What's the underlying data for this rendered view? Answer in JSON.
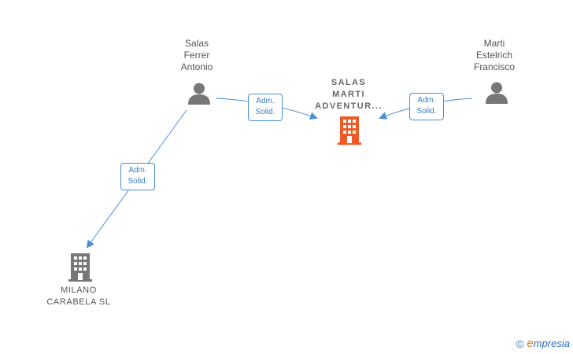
{
  "nodes": {
    "person_salas_ferrer": {
      "label": "Salas\nFerrer\nAntonio"
    },
    "person_marti_estelrich": {
      "label": "Marti\nEstelrich\nFrancisco"
    },
    "company_salas_marti": {
      "label": "SALAS\nMARTI\nADVENTUR..."
    },
    "company_milano": {
      "label": "MILANO\nCARABELA SL"
    }
  },
  "edges": {
    "salas_to_salas_marti": {
      "label": "Adm.\nSolid."
    },
    "marti_to_salas_marti": {
      "label": "Adm.\nSolid."
    },
    "salas_to_milano": {
      "label": "Adm.\nSolid."
    }
  },
  "footer": {
    "copyright": "©",
    "brand_first": "e",
    "brand_rest": "mpresia"
  },
  "colors": {
    "person_icon": "#777777",
    "main_company_icon": "#f05a28",
    "other_company_icon": "#777777",
    "edge": "#4a90d9"
  }
}
